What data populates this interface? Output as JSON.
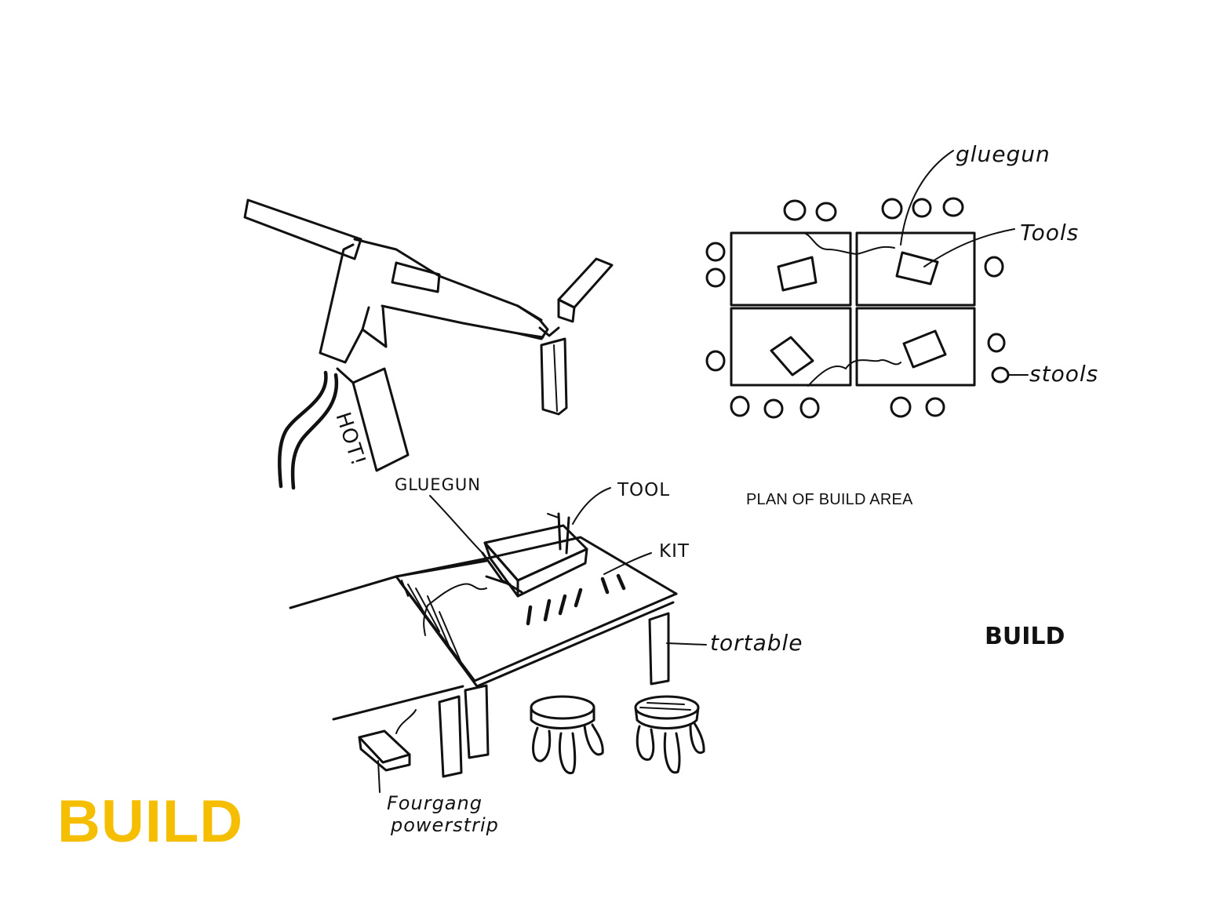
{
  "slide": {
    "title": "BUILD",
    "title_color": "#F5BE00",
    "sketch_label": "BUILD",
    "plan_caption": "PLAN OF BUILD AREA"
  },
  "plan_labels": {
    "gluegun": "gluegun",
    "tools": "Tools",
    "stools": "stools"
  },
  "table_labels": {
    "gluegun": "GLUEGUN",
    "tool": "TOOL",
    "kit": "KIT",
    "table": "tortable",
    "powerstrip_line1": "Fourgang",
    "powerstrip_line2": "powerstrip"
  },
  "gun_labels": {
    "hot": "HOT!"
  }
}
